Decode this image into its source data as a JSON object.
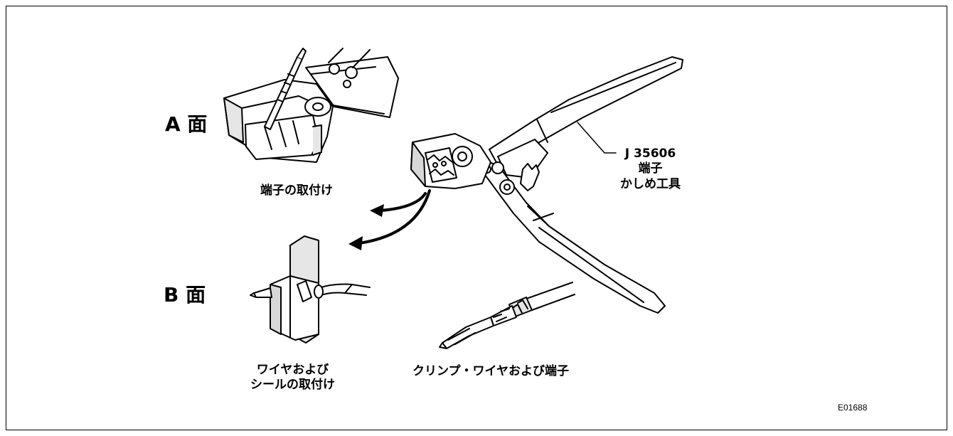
{
  "labels": {
    "face_a": "A 面",
    "face_b": "B 面",
    "face_a_caption": "端子の取付け",
    "face_b_caption_line1": "ワイヤおよび",
    "face_b_caption_line2": "シールの取付け",
    "crimped_caption": "クリンプ・ワイヤおよび端子",
    "tool_number": "J 35606",
    "tool_name_line1": "端子",
    "tool_name_line2": "かしめ工具"
  },
  "figure_id": "E01688",
  "colors": {
    "line": "#000000",
    "fill": "#ffffff",
    "shade": "#d8d8d8"
  }
}
